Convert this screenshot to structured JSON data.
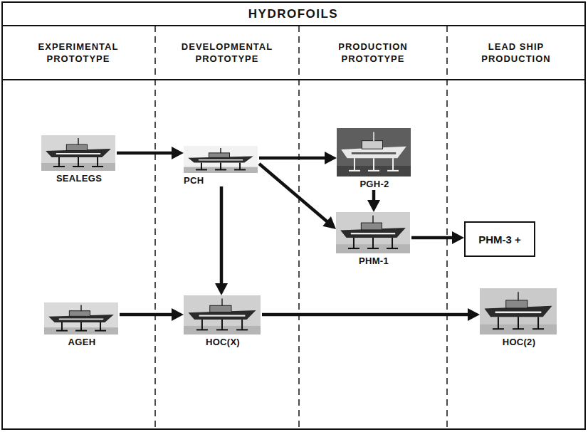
{
  "diagram": {
    "title": "HYDROFOILS",
    "nodes": [
      {
        "text": [
          "SEALEGS"
        ]
      },
      {
        "text": [
          "PCH"
        ]
      },
      {
        "text": [
          "PGH-2"
        ]
      },
      {
        "text": [
          "PHM-1"
        ]
      },
      {
        "text": [
          "PHM-3 +"
        ]
      },
      {
        "text": [
          "AGEH"
        ]
      },
      {
        "text": [
          "HOC(X)"
        ]
      },
      {
        "text": [
          "HOC(2)"
        ]
      }
    ],
    "edges": [
      {
        "from": 0,
        "to": 1,
        "arrow": "to"
      },
      {
        "from": 1,
        "to": 2,
        "arrow": "to"
      },
      {
        "from": 1,
        "to": 3,
        "arrow": "to"
      },
      {
        "from": 2,
        "to": 3,
        "arrow": "to"
      },
      {
        "from": 1,
        "to": 6,
        "arrow": "to"
      },
      {
        "from": 3,
        "to": 4,
        "arrow": "to"
      },
      {
        "from": 5,
        "to": 6,
        "arrow": "to"
      },
      {
        "from": 6,
        "to": 7,
        "arrow": "to"
      }
    ],
    "labels": [
      "EXPERIMENTAL PROTOTYPE",
      "DEVELOPMENTAL PROTOTYPE",
      "PRODUCTION PROTOTYPE",
      "LEAD SHIP PRODUCTION"
    ]
  }
}
